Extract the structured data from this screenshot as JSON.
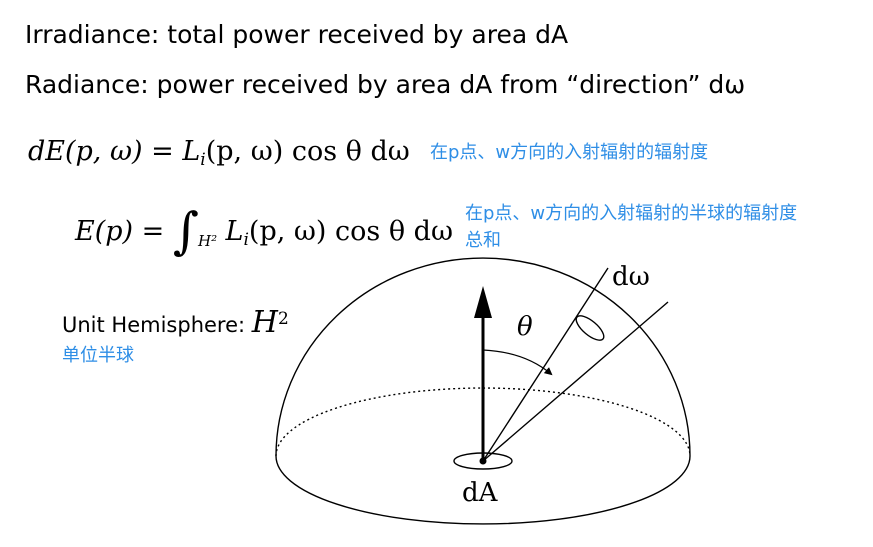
{
  "lines": {
    "irradiance": "Irradiance: total power received by area dA",
    "radiance": "Radiance: power received by area dA from “direction” dω"
  },
  "equations": {
    "eq1": {
      "lhs": "dE(p, ω)",
      "eq": "=",
      "rhs": "L",
      "sub": "i",
      "rest": "(p, ω) cos θ dω"
    },
    "eq2": {
      "lhs": "E(p)",
      "eq": "=",
      "integral": "∫",
      "int_sub": "H²",
      "rhs": "L",
      "sub": "i",
      "rest": "(p, ω) cos θ dω"
    }
  },
  "notes": {
    "eq1_note": "在p点、w方向的入射辐射的辐射度",
    "eq2_note_line1": "在p点、w方向的入射辐射的半球的辐射度",
    "eq2_note_line2": "总和",
    "hemisphere_note": "单位半球"
  },
  "figure": {
    "hemisphere_label": "Unit Hemisphere:",
    "hemisphere_symbol": "H",
    "hemisphere_sup": "2",
    "theta": "θ",
    "domega": "dω",
    "dA": "dA"
  },
  "colors": {
    "note": "#2e8ee6",
    "text": "#000000"
  }
}
